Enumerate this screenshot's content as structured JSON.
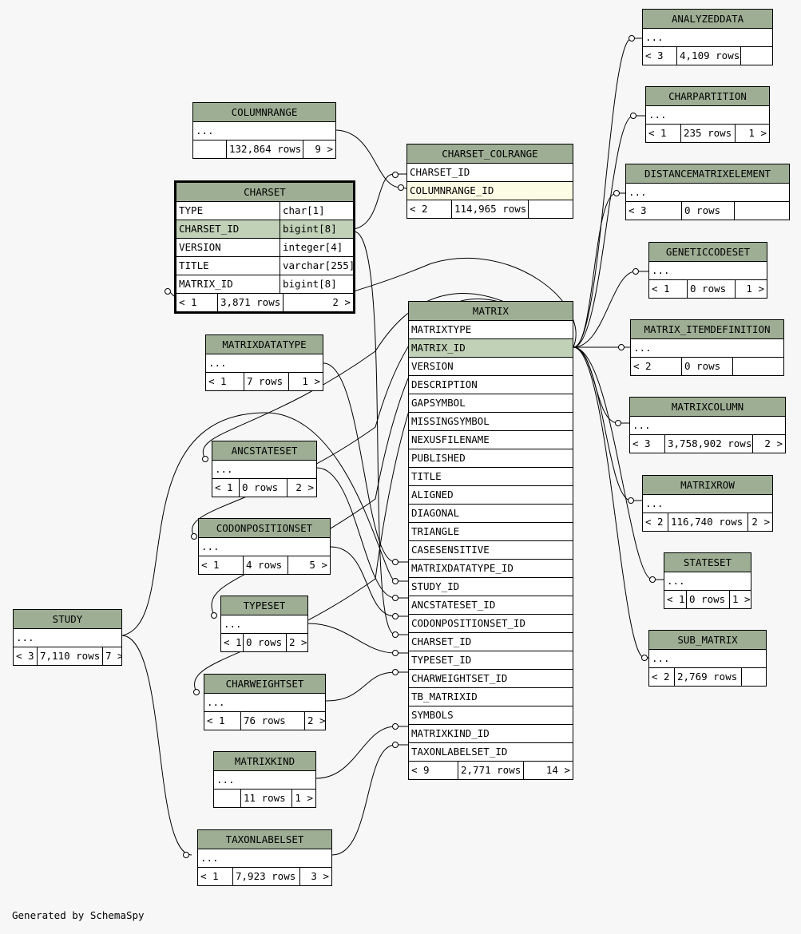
{
  "footer_text": "Generated by SchemaSpy",
  "colors": {
    "header_bg": "#9eae94",
    "key_highlight": "#c1d1b7",
    "fk_highlight": "#fcfce4",
    "background": "#f7f7f7"
  },
  "tables": {
    "analyzeddata": {
      "title": "ANALYZEDDATA",
      "rows": [
        "..."
      ],
      "footer": [
        "< 3",
        "4,109 rows",
        ""
      ]
    },
    "charpartition": {
      "title": "CHARPARTITION",
      "rows": [
        "..."
      ],
      "footer": [
        "< 1",
        "235 rows",
        "1 >"
      ]
    },
    "distancematrixelement": {
      "title": "DISTANCEMATRIXELEMENT",
      "rows": [
        "..."
      ],
      "footer": [
        "< 3",
        "0 rows",
        ""
      ]
    },
    "geneticcodeset": {
      "title": "GENETICCODESET",
      "rows": [
        "..."
      ],
      "footer": [
        "< 1",
        "0 rows",
        "1 >"
      ]
    },
    "matrix_itemdefinition": {
      "title": "MATRIX_ITEMDEFINITION",
      "rows": [
        "..."
      ],
      "footer": [
        "< 2",
        "0 rows",
        ""
      ]
    },
    "matrixcolumn": {
      "title": "MATRIXCOLUMN",
      "rows": [
        "..."
      ],
      "footer": [
        "< 3",
        "3,758,902 rows",
        "2 >"
      ]
    },
    "matrixrow": {
      "title": "MATRIXROW",
      "rows": [
        "..."
      ],
      "footer": [
        "< 2",
        "116,740 rows",
        "2 >"
      ]
    },
    "stateset": {
      "title": "STATESET",
      "rows": [
        "..."
      ],
      "footer": [
        "< 1",
        "0 rows",
        "1 >"
      ]
    },
    "sub_matrix": {
      "title": "SUB_MATRIX",
      "rows": [
        "..."
      ],
      "footer": [
        "< 2",
        "2,769 rows",
        ""
      ]
    },
    "columnrange": {
      "title": "COLUMNRANGE",
      "rows": [
        "..."
      ],
      "footer": [
        "",
        "132,864 rows",
        "9 >"
      ]
    },
    "charset_colrange": {
      "title": "CHARSET_COLRANGE",
      "rows": [
        "CHARSET_ID",
        "COLUMNRANGE_ID"
      ],
      "footer": [
        "< 2",
        "114,965 rows",
        ""
      ]
    },
    "charset": {
      "title": "CHARSET",
      "columns": [
        {
          "name": "TYPE",
          "type": "char[1]"
        },
        {
          "name": "CHARSET_ID",
          "type": "bigint[8]"
        },
        {
          "name": "VERSION",
          "type": "integer[4]"
        },
        {
          "name": "TITLE",
          "type": "varchar[255]"
        },
        {
          "name": "MATRIX_ID",
          "type": "bigint[8]"
        }
      ],
      "footer": [
        "< 1",
        "3,871 rows",
        "2 >"
      ]
    },
    "matrixdatatype": {
      "title": "MATRIXDATATYPE",
      "rows": [
        "..."
      ],
      "footer": [
        "< 1",
        "7 rows",
        "1 >"
      ]
    },
    "ancstateset": {
      "title": "ANCSTATESET",
      "rows": [
        "..."
      ],
      "footer": [
        "< 1",
        "0 rows",
        "2 >"
      ]
    },
    "codonpositionset": {
      "title": "CODONPOSITIONSET",
      "rows": [
        "..."
      ],
      "footer": [
        "< 1",
        "4 rows",
        "5 >"
      ]
    },
    "typeset": {
      "title": "TYPESET",
      "rows": [
        "..."
      ],
      "footer": [
        "< 1",
        "0 rows",
        "2 >"
      ]
    },
    "charweightset": {
      "title": "CHARWEIGHTSET",
      "rows": [
        "..."
      ],
      "footer": [
        "< 1",
        "76 rows",
        "2 >"
      ]
    },
    "matrixkind": {
      "title": "MATRIXKIND",
      "rows": [
        "..."
      ],
      "footer": [
        "",
        "11 rows",
        "1 >"
      ]
    },
    "taxonlabelset": {
      "title": "TAXONLABELSET",
      "rows": [
        "..."
      ],
      "footer": [
        "< 1",
        "7,923 rows",
        "3 >"
      ]
    },
    "study": {
      "title": "STUDY",
      "rows": [
        "..."
      ],
      "footer": [
        "< 3",
        "7,110 rows",
        "7 >"
      ]
    },
    "matrix": {
      "title": "MATRIX",
      "rows": [
        "MATRIXTYPE",
        "MATRIX_ID",
        "VERSION",
        "DESCRIPTION",
        "GAPSYMBOL",
        "MISSINGSYMBOL",
        "NEXUSFILENAME",
        "PUBLISHED",
        "TITLE",
        "ALIGNED",
        "DIAGONAL",
        "TRIANGLE",
        "CASESENSITIVE",
        "MATRIXDATATYPE_ID",
        "STUDY_ID",
        "ANCSTATESET_ID",
        "CODONPOSITIONSET_ID",
        "CHARSET_ID",
        "TYPESET_ID",
        "CHARWEIGHTSET_ID",
        "TB_MATRIXID",
        "SYMBOLS",
        "MATRIXKIND_ID",
        "TAXONLABELSET_ID"
      ],
      "footer": [
        "< 9",
        "2,771 rows",
        "14 >"
      ]
    }
  }
}
